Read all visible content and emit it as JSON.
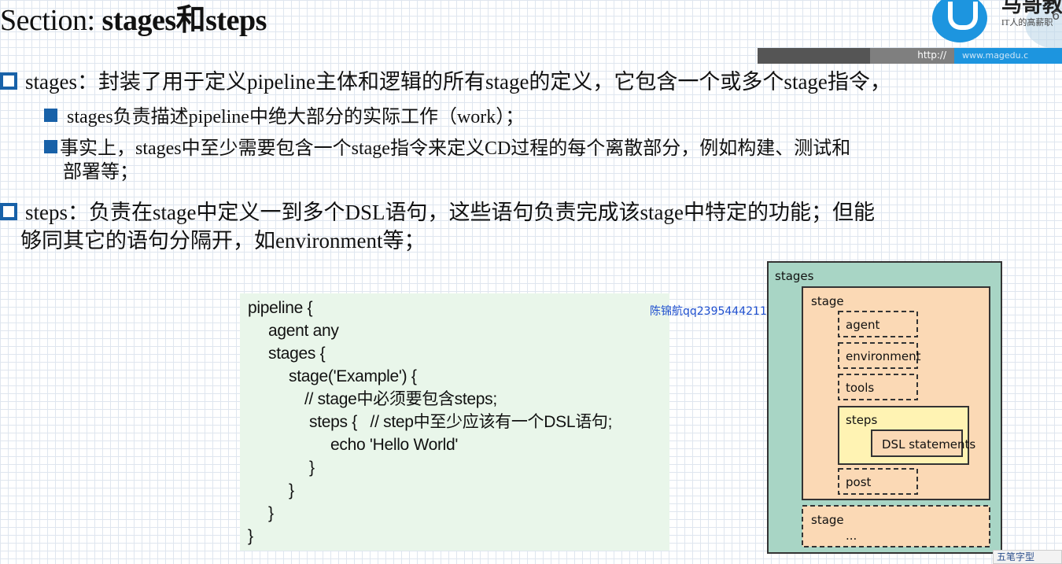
{
  "title": {
    "prefix": "Section: ",
    "bold": "stages和steps"
  },
  "logo": {
    "name": "马哥教",
    "slogan": "IT人的高薪职",
    "page_number": "6"
  },
  "urlbar": {
    "http": "http://",
    "site": "www.magedu.c"
  },
  "bullets": {
    "stages": {
      "line1": "stages：封装了用于定义pipeline主体和逻辑的所有stage的定义，它包含一个或多个stage指令，",
      "sub1": "stages负责描述pipeline中绝大部分的实际工作（work）；",
      "sub2_line1": "事实上，stages中至少需要包含一个stage指令来定义CD过程的每个离散部分，例如构建、测试和",
      "sub2_line2": "部署等；"
    },
    "steps": {
      "line1": "steps：负责在stage中定义一到多个DSL语句，这些语句负责完成该stage中特定的功能；但能",
      "line2": "够同其它的语句分隔开，如environment等；"
    }
  },
  "code": [
    "pipeline {",
    "agent any",
    "stages {",
    "stage('Example') {",
    "// stage中必须要包含steps;",
    "steps {   // step中至少应该有一个DSL语句;",
    "echo 'Hello World'",
    "}",
    "}",
    "}",
    "}"
  ],
  "watermark": "陈锦航qq2395444211",
  "diagram": {
    "outer_label": "stages",
    "stage_label": "stage",
    "directives": [
      "agent",
      "environment",
      "tools"
    ],
    "steps_label": "steps",
    "dsl_label": "DSL statements",
    "post_label": "post",
    "second_stage_label": "stage",
    "ellipsis": "..."
  },
  "ime": {
    "label": "五笔字型"
  },
  "colors": {
    "brand_blue": "#1d95df",
    "bullet_blue": "#1861a8",
    "code_bg": "#e9f6ea",
    "diagram_stages_bg": "#a8d5c5",
    "diagram_stage_bg": "#fbd9b5",
    "diagram_steps_bg": "#fff3b3",
    "watermark_blue": "#1e4fcf"
  }
}
